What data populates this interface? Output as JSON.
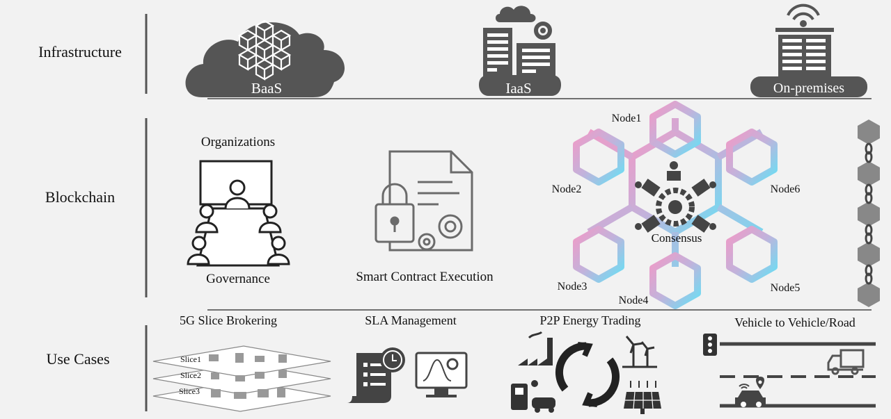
{
  "layers": {
    "infrastructure": "Infrastructure",
    "blockchain": "Blockchain",
    "use_cases": "Use Cases"
  },
  "infrastructure": {
    "baas": "BaaS",
    "iaas": "IaaS",
    "on_premises": "On-premises"
  },
  "blockchain": {
    "organizations": "Organizations",
    "governance": "Governance",
    "smart_contract": "Smart Contract Execution",
    "consensus": "Consensus",
    "nodes": [
      "Node1",
      "Node2",
      "Node3",
      "Node4",
      "Node5",
      "Node6"
    ]
  },
  "use_cases": {
    "slice_brokering": "5G Slice Brokering",
    "slices": [
      "Slice1",
      "Slice2",
      "Slice3"
    ],
    "sla": "SLA Management",
    "p2p": "P2P Energy Trading",
    "v2x": "Vehicle to Vehicle/Road"
  },
  "colors": {
    "icon_gray": "#555555",
    "node_pink": "#e48fbf",
    "node_cyan": "#5fd6f0",
    "node_purple": "#b8a6d6"
  }
}
